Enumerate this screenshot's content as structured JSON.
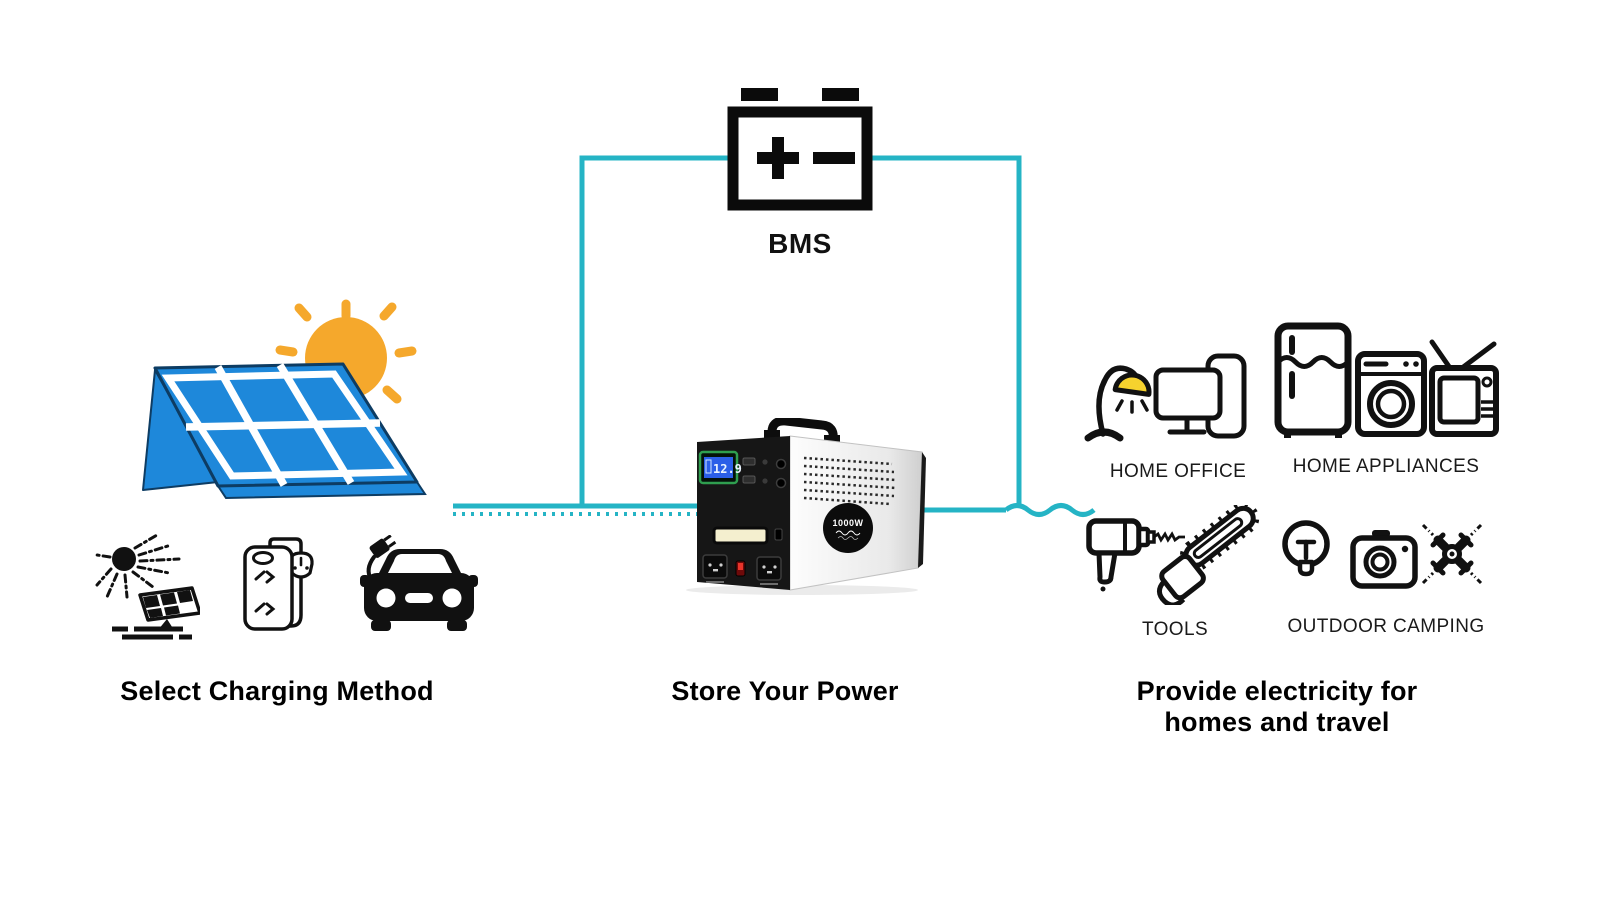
{
  "colors": {
    "accent": "#25b4c5",
    "panel": "#1e88da",
    "panel_outline": "#0d3c63",
    "sun": "#f5a82c",
    "lamp": "#f6d22e",
    "switch_red": "#e8342a"
  },
  "battery": {
    "label": "BMS",
    "icon": "battery-icon"
  },
  "sections": {
    "charging": {
      "caption": "Select Charging Method",
      "icons": [
        "solar-sun-icon",
        "ac-adapter-icon",
        "car-charging-icon"
      ],
      "illustration": "solar-panel-with-sun"
    },
    "storage": {
      "caption": "Store Your Power",
      "product": {
        "display_value": "12.9",
        "power_badge": "1000W"
      }
    },
    "output": {
      "caption_line1": "Provide electricity for",
      "caption_line2": "homes and travel",
      "groups": [
        {
          "label": "HOME OFFICE",
          "icons": [
            "desk-lamp-icon",
            "computer-icon"
          ]
        },
        {
          "label": "HOME APPLIANCES",
          "icons": [
            "fridge-icon",
            "washing-machine-icon",
            "tv-icon"
          ]
        },
        {
          "label": "TOOLS",
          "icons": [
            "drill-icon",
            "chainsaw-icon"
          ]
        },
        {
          "label": "OUTDOOR CAMPING",
          "icons": [
            "light-bulb-icon",
            "camera-icon",
            "drone-icon"
          ]
        }
      ]
    }
  }
}
